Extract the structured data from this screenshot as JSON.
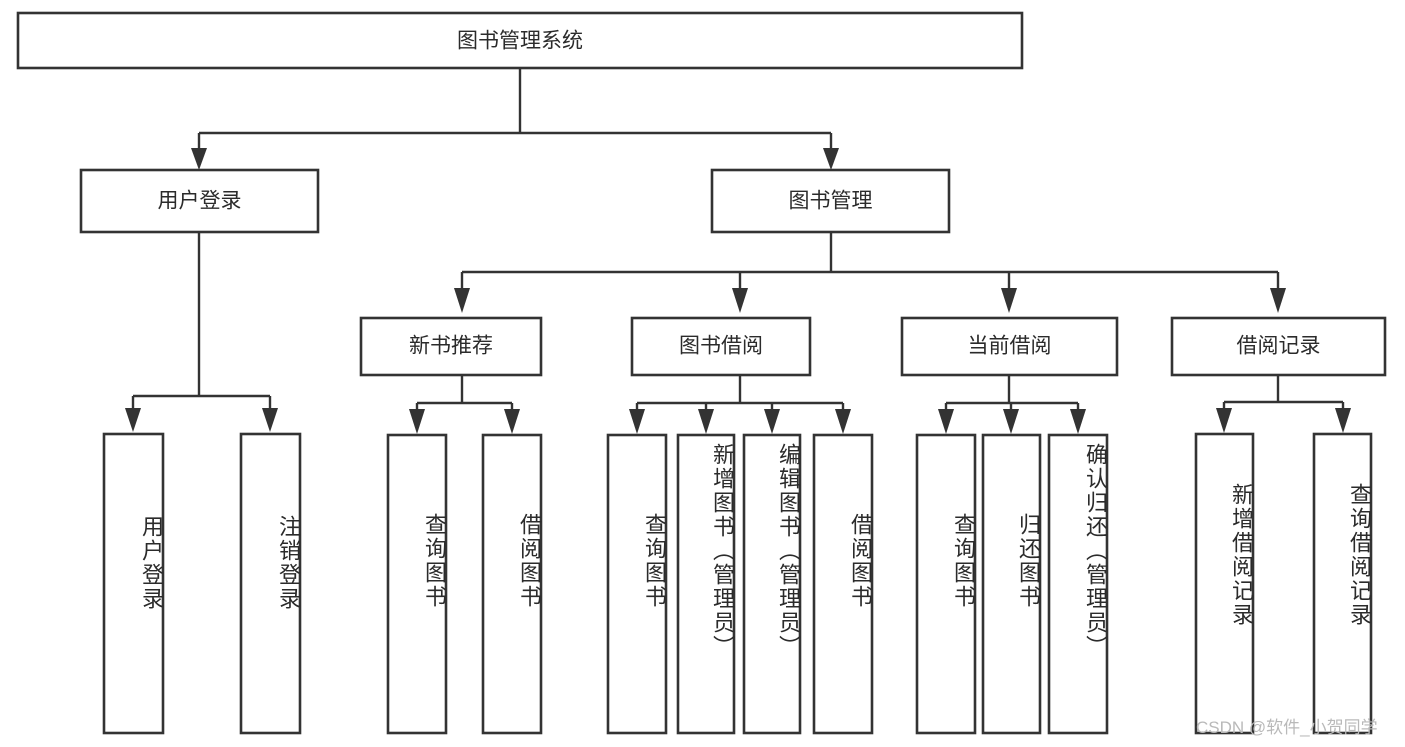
{
  "diagram": {
    "title": "图书管理系统",
    "type": "hierarchy-tree",
    "watermark": "CSDN @软件_小贺同学",
    "colors": {
      "box_stroke": "#333333",
      "box_fill": "#ffffff",
      "text": "#2b2b2b",
      "background": "#ffffff",
      "watermark": "#b9b9b9"
    },
    "root": {
      "label": "图书管理系统",
      "orientation": "horizontal"
    },
    "level1": [
      {
        "label": "用户登录",
        "orientation": "horizontal"
      },
      {
        "label": "图书管理",
        "orientation": "horizontal"
      }
    ],
    "level2": [
      {
        "label": "新书推荐",
        "orientation": "horizontal"
      },
      {
        "label": "图书借阅",
        "orientation": "horizontal"
      },
      {
        "label": "当前借阅",
        "orientation": "horizontal"
      },
      {
        "label": "借阅记录",
        "orientation": "horizontal"
      }
    ],
    "leaves": {
      "user_login": [
        {
          "label": "用户登录",
          "orientation": "vertical"
        },
        {
          "label": "注销登录",
          "orientation": "vertical"
        }
      ],
      "new_book_recommend": [
        {
          "label": "查询图书",
          "orientation": "vertical"
        },
        {
          "label": "借阅图书",
          "orientation": "vertical"
        }
      ],
      "book_borrow": [
        {
          "label": "查询图书",
          "orientation": "vertical"
        },
        {
          "label": "新增图书（管理员）",
          "orientation": "vertical"
        },
        {
          "label": "编辑图书（管理员）",
          "orientation": "vertical"
        },
        {
          "label": "借阅图书",
          "orientation": "vertical"
        }
      ],
      "current_borrow": [
        {
          "label": "查询图书",
          "orientation": "vertical"
        },
        {
          "label": "归还图书",
          "orientation": "vertical"
        },
        {
          "label": "确认归还（管理员）",
          "orientation": "vertical"
        }
      ],
      "borrow_record": [
        {
          "label": "新增借阅记录",
          "orientation": "vertical"
        },
        {
          "label": "查询借阅记录",
          "orientation": "vertical"
        }
      ]
    }
  }
}
